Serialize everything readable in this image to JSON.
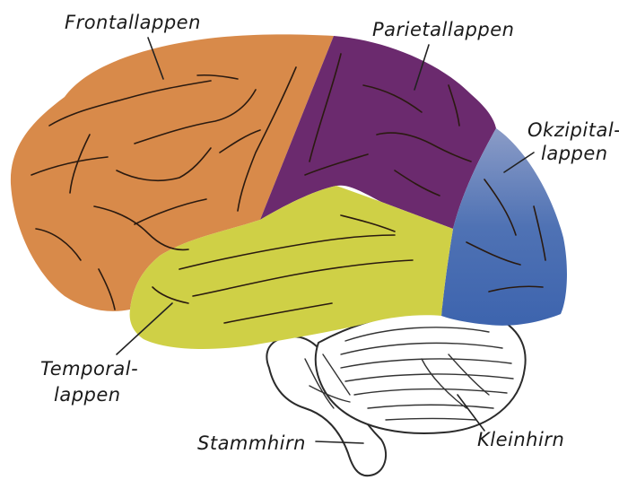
{
  "labels": {
    "frontal": "Frontallappen",
    "parietal": "Parietallappen",
    "occipital_line1": "Okzipital-",
    "occipital_line2": "lappen",
    "temporal_line1": "Temporal-",
    "temporal_line2": "lappen",
    "brainstem": "Stammhirn",
    "cerebellum": "Kleinhirn"
  },
  "colors": {
    "frontal": "#d88a4a",
    "parietal": "#6b2a6e",
    "occipital": "#4a6fb0",
    "temporal": "#cfd046",
    "cerebellum": "#ffffff",
    "brainstem": "#ffffff"
  }
}
